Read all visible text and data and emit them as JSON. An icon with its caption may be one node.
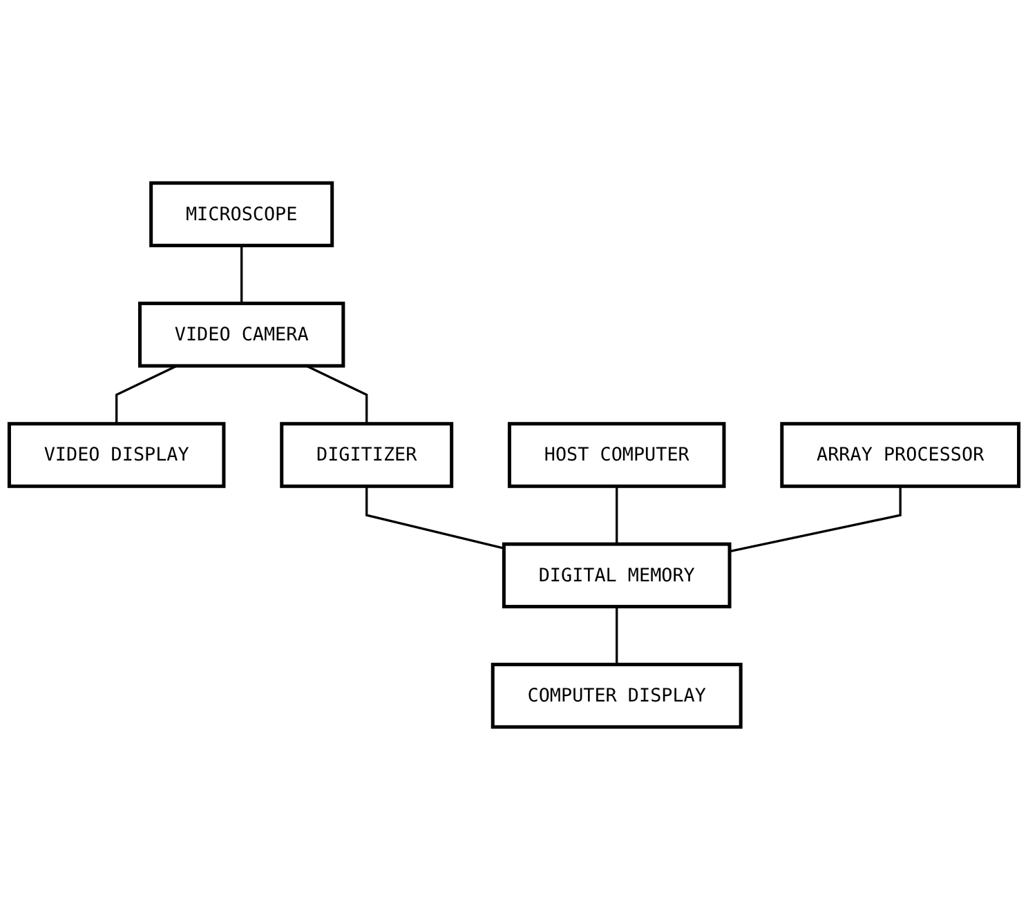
{
  "diagram": {
    "nodes": [
      {
        "text": [
          "MICROSCOPE"
        ]
      },
      {
        "text": [
          "VIDEO CAMERA"
        ]
      },
      {
        "text": [
          "VIDEO DISPLAY"
        ]
      },
      {
        "text": [
          "DIGITIZER"
        ]
      },
      {
        "text": [
          "HOST COMPUTER"
        ]
      },
      {
        "text": [
          "DIGITAL MEMORY"
        ]
      },
      {
        "text": [
          "COMPUTER DISPLAY"
        ]
      },
      {
        "text": [
          "ARRAY PROCESSOR"
        ]
      }
    ],
    "edges": [
      {
        "from": 0,
        "to": 1,
        "arrow": "none"
      },
      {
        "from": 1,
        "to": 2,
        "arrow": "none"
      },
      {
        "from": 1,
        "to": 3,
        "arrow": "none"
      },
      {
        "from": 3,
        "to": 5,
        "arrow": "none"
      },
      {
        "from": 4,
        "to": 5,
        "arrow": "none"
      },
      {
        "from": 5,
        "to": 6,
        "arrow": "none"
      },
      {
        "from": 7,
        "to": 5,
        "arrow": "none"
      }
    ]
  }
}
